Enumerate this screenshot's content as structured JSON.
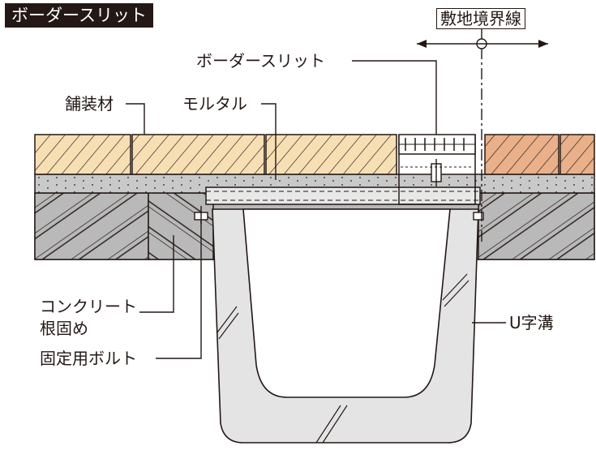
{
  "title": "ボーダースリット",
  "labels": {
    "boundary": "敷地境界線",
    "border_slit": "ボーダースリット",
    "paving": "舗装材",
    "mortar": "モルタル",
    "concrete_line1": "コンクリート",
    "concrete_line2": "根固め",
    "bolt": "固定用ボルト",
    "u_ditch": "U字溝"
  },
  "colors": {
    "paving_left": "#f7dfb4",
    "paving_right": "#e9b089",
    "concrete": "#b9b9b9",
    "mortar": "#c9c9c9",
    "u_ditch": "#e4e4e4",
    "ink": "#231815",
    "title_bg": "#231815"
  }
}
